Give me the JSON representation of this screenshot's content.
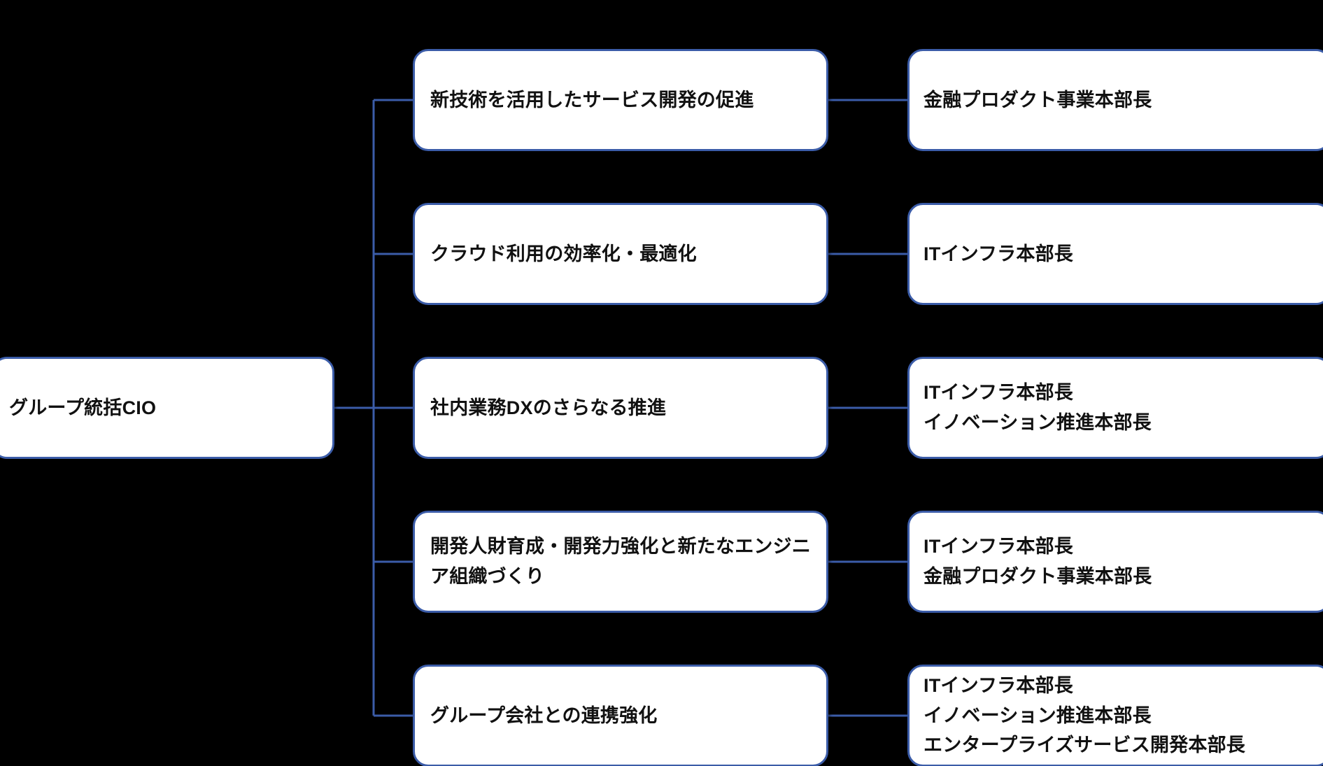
{
  "diagram": {
    "type": "org-chart",
    "background_color": "#000000",
    "node_fill_color": "#FFFFFF",
    "node_border_color": "#3B5CA8",
    "connector_color": "#3B5CA8",
    "text_color": "#111111",
    "root": {
      "label": "グループ統括CIO"
    },
    "branches": [
      {
        "theme": "新技術を活用したサービス開発の促進",
        "owners": "金融プロダクト事業本部長"
      },
      {
        "theme": "クラウド利用の効率化・最適化",
        "owners": "ITインフラ本部長"
      },
      {
        "theme": "社内業務DXのさらなる推進",
        "owners": "ITインフラ本部長\nイノベーション推進本部長"
      },
      {
        "theme": "開発人財育成・開発力強化と新たなエンジニア組織づくり",
        "owners": "ITインフラ本部長\n金融プロダクト事業本部長"
      },
      {
        "theme": "グループ会社との連携強化",
        "owners": "ITインフラ本部長\nイノベーション推進本部長\nエンタープライズサービス開発本部長"
      }
    ]
  }
}
